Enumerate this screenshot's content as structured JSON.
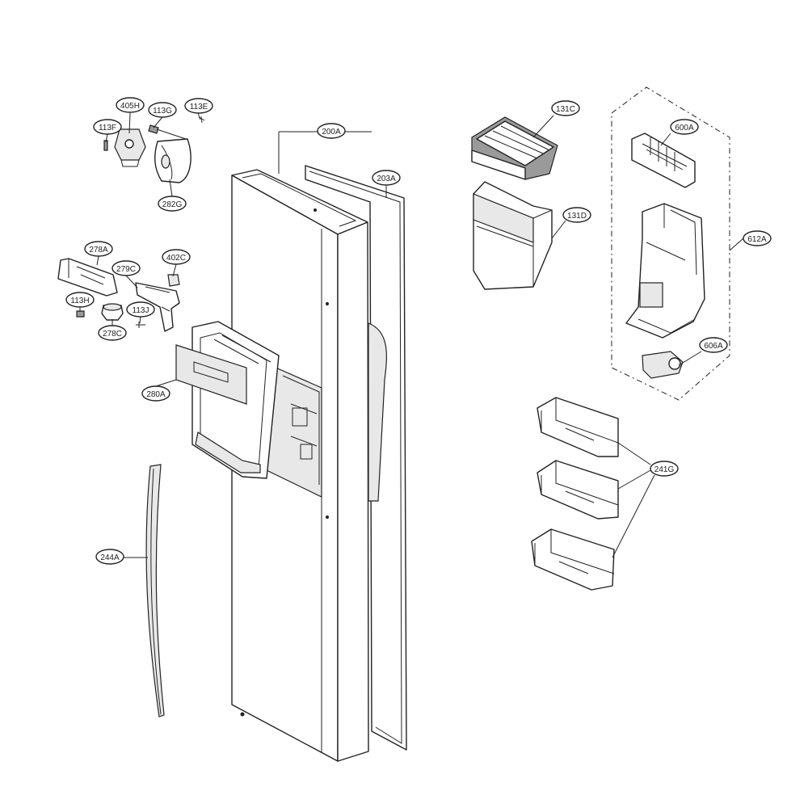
{
  "diagram": {
    "callouts": [
      {
        "id": "405h",
        "label": "405H"
      },
      {
        "id": "113g",
        "label": "113G"
      },
      {
        "id": "113e",
        "label": "113E"
      },
      {
        "id": "113f",
        "label": "113F"
      },
      {
        "id": "282g",
        "label": "282G"
      },
      {
        "id": "200a",
        "label": "200A"
      },
      {
        "id": "203a",
        "label": "203A"
      },
      {
        "id": "278a",
        "label": "278A"
      },
      {
        "id": "279c",
        "label": "279C"
      },
      {
        "id": "402c",
        "label": "402C"
      },
      {
        "id": "113h",
        "label": "113H"
      },
      {
        "id": "113j",
        "label": "113J"
      },
      {
        "id": "278c",
        "label": "278C"
      },
      {
        "id": "280a",
        "label": "280A"
      },
      {
        "id": "244a",
        "label": "244A"
      },
      {
        "id": "131c",
        "label": "131C"
      },
      {
        "id": "131d",
        "label": "131D"
      },
      {
        "id": "600a",
        "label": "600A"
      },
      {
        "id": "612a",
        "label": "612A"
      },
      {
        "id": "606a",
        "label": "606A"
      },
      {
        "id": "241g",
        "label": "241G"
      }
    ]
  }
}
